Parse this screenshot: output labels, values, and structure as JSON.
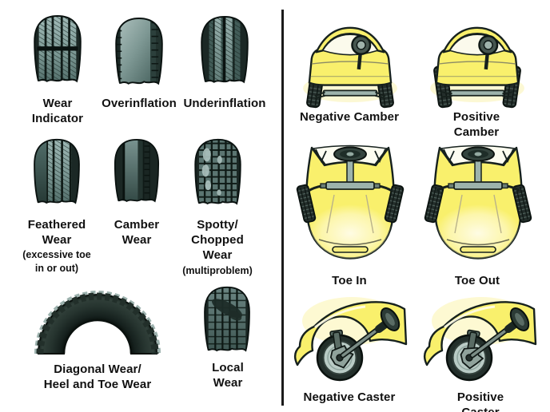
{
  "page": {
    "background": "#ffffff",
    "divider_color": "#1a1a1a",
    "label_color": "#111111"
  },
  "left_panel": {
    "name": "tire-wear-patterns",
    "row1": [
      {
        "id": "wear-indicator",
        "label_lines": [
          "Wear",
          "Indicator"
        ]
      },
      {
        "id": "overinflation",
        "label_lines": [
          "Overinflation"
        ]
      },
      {
        "id": "underinflation",
        "label_lines": [
          "Underinflation"
        ]
      }
    ],
    "row2": [
      {
        "id": "feathered-wear",
        "label_lines": [
          "Feathered",
          "Wear"
        ],
        "sub_lines": [
          "(excessive toe",
          "in or out)"
        ]
      },
      {
        "id": "camber-wear",
        "label_lines": [
          "Camber",
          "Wear"
        ]
      },
      {
        "id": "spotty-chopped-wear",
        "label_lines": [
          "Spotty/",
          "Chopped",
          "Wear"
        ],
        "sub_lines": [
          "(multiproblem)"
        ]
      }
    ],
    "row3": [
      {
        "id": "diagonal-heel-toe-wear",
        "label_lines": [
          "Diagonal Wear/",
          "Heel and Toe Wear"
        ]
      },
      {
        "id": "local-wear",
        "label_lines": [
          "Local",
          "Wear"
        ]
      }
    ]
  },
  "right_panel": {
    "name": "wheel-alignment-conditions",
    "row1": [
      {
        "id": "negative-camber",
        "label": "Negative Camber"
      },
      {
        "id": "positive-camber",
        "label": "Positive Camber"
      }
    ],
    "row2": [
      {
        "id": "toe-in",
        "label": "Toe In"
      },
      {
        "id": "toe-out",
        "label": "Toe Out"
      }
    ],
    "row3": [
      {
        "id": "negative-caster",
        "label": "Negative Caster"
      },
      {
        "id": "positive-caster",
        "label": "Positive Caster"
      }
    ]
  },
  "colors": {
    "tire_dark": "#1b2724",
    "tread_light": "#7d9995",
    "car_yellow": "#f9f06c",
    "metal_gray": "#9db3ac",
    "outline": "#0b1310"
  }
}
